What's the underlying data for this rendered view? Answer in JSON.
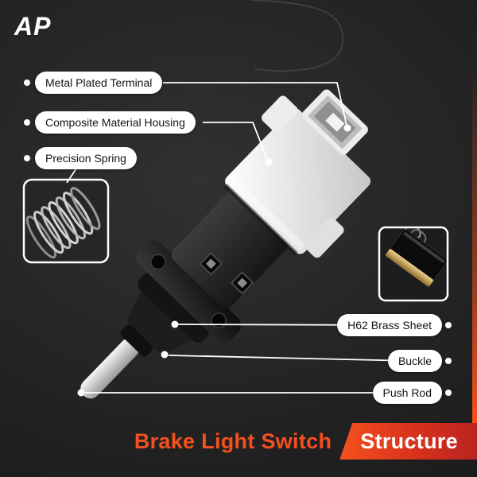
{
  "brand": {
    "logo": "AP"
  },
  "callouts": {
    "terminal": "Metal Plated Terminal",
    "housing": "Composite Material Housing",
    "spring": "Precision Spring",
    "brass": "H62 Brass Sheet",
    "buckle": "Buckle",
    "push_rod": "Push Rod"
  },
  "title": {
    "main": "Brake Light Switch",
    "highlight": "Structure"
  },
  "colors": {
    "accent": "#f4511e",
    "accent_dark": "#b92420",
    "background": "#242424",
    "callout_bg": "#ffffff",
    "callout_text": "#131313",
    "leader_line": "#ffffff"
  }
}
